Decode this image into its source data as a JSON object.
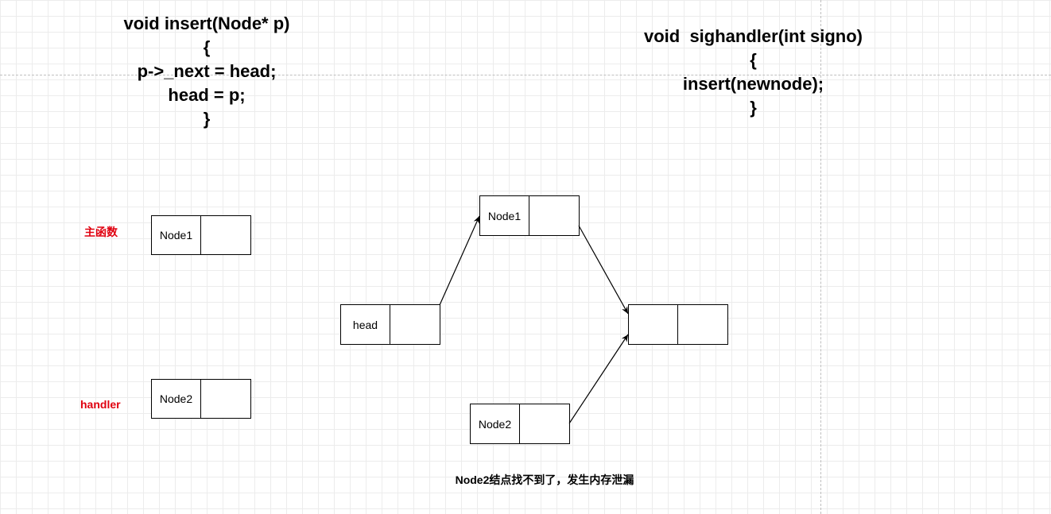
{
  "code_insert": {
    "lines": [
      "void insert(Node* p)",
      "{",
      "p->_next = head;",
      "head = p;",
      "}"
    ]
  },
  "code_handler": {
    "lines": [
      "void  sighandler(int signo)",
      "{",
      "insert(newnode);",
      "}"
    ]
  },
  "labels": {
    "main": "主函数",
    "handler": "handler"
  },
  "left_nodes": {
    "node1": "Node1",
    "node2": "Node2"
  },
  "right_nodes": {
    "head": "head",
    "node1": "Node1",
    "node2": "Node2",
    "target": ""
  },
  "caption": "Node2结点找不到了，发生内存泄漏",
  "colors": {
    "label_red": "#e0000f",
    "line": "#000000"
  }
}
